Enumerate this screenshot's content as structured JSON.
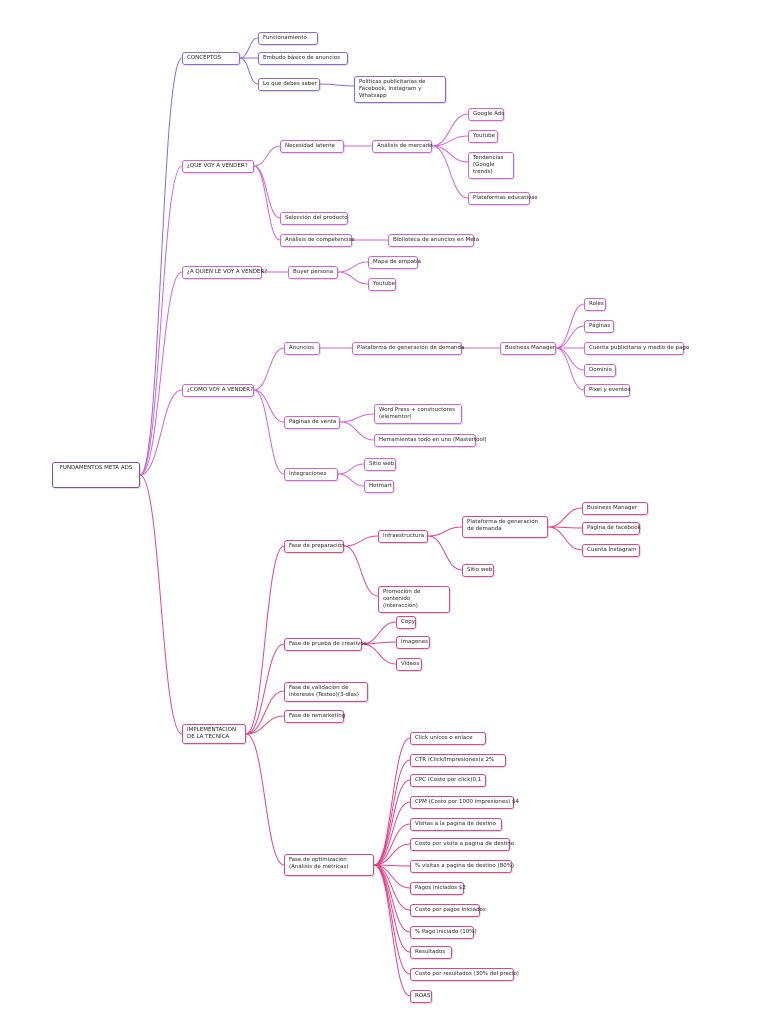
{
  "colors": {
    "purple": "#8b6ad8",
    "magenta": "#d264d6",
    "pink": "#e0468a"
  },
  "nodes": [
    {
      "id": "root",
      "text": "FUNDAMENTOS META ADS"
    },
    {
      "id": "conceptos",
      "text": "CONCEPTOS"
    },
    {
      "id": "funcionamiento",
      "text": "Funcionamiento"
    },
    {
      "id": "embudo",
      "text": "Embudo básico de anuncios"
    },
    {
      "id": "debes_saber",
      "text": "Lo que debes saber"
    },
    {
      "id": "politicas",
      "text": "Políticas publicitarias de Facebook, Instagram y Whatsapp"
    },
    {
      "id": "que_vender",
      "text": "¿QUE VOY A VENDER?"
    },
    {
      "id": "necesidad",
      "text": "Necesidad latente"
    },
    {
      "id": "analisis_mercado",
      "text": "Análisis de mercado"
    },
    {
      "id": "google_ads",
      "text": "Google Ads"
    },
    {
      "id": "youtube1",
      "text": "Youtube"
    },
    {
      "id": "tendencias",
      "text": "Tendencias (Google trends)"
    },
    {
      "id": "plataformas_edu",
      "text": "Plataformas educativas"
    },
    {
      "id": "seleccion",
      "text": "Selección del producto"
    },
    {
      "id": "competencias",
      "text": "Análisis de competencias"
    },
    {
      "id": "biblioteca",
      "text": "Biblioteca de anuncios en Meta"
    },
    {
      "id": "a_quien",
      "text": "¿A QUIEN LE VOY A VENDER?"
    },
    {
      "id": "buyer",
      "text": "Buyer persona"
    },
    {
      "id": "mapa_empatia",
      "text": "Mapa de empatía"
    },
    {
      "id": "youtube2",
      "text": "Youtube"
    },
    {
      "id": "como_vender",
      "text": "¿COMO VOY A VENDER?"
    },
    {
      "id": "anuncios",
      "text": "Anuncios"
    },
    {
      "id": "plataforma_gen",
      "text": "Plataforma de generación de demanda"
    },
    {
      "id": "business_mgr",
      "text": "Business Manager"
    },
    {
      "id": "roles",
      "text": "Roles"
    },
    {
      "id": "paginas",
      "text": "Páginas"
    },
    {
      "id": "cuenta_pub",
      "text": "Cuenta publicitaria y medio de pago"
    },
    {
      "id": "dominio",
      "text": "Dominio"
    },
    {
      "id": "pixel",
      "text": "Pixel y eventos"
    },
    {
      "id": "paginas_venta",
      "text": "Páginas de venta"
    },
    {
      "id": "wordpress",
      "text": "Word Press + constructores (elementor)"
    },
    {
      "id": "herramientas",
      "text": "Herramientas todo en uno (Mastertool)"
    },
    {
      "id": "integraciones",
      "text": "Integraciones"
    },
    {
      "id": "sitio_web1",
      "text": "Sitio web"
    },
    {
      "id": "hotmart",
      "text": "Hotmart"
    },
    {
      "id": "implementacion",
      "text": "IMPLEMENTACION DE LA TECNICA"
    },
    {
      "id": "fase_prep",
      "text": "Fase de preparación"
    },
    {
      "id": "infraestructura",
      "text": "Infraestructura"
    },
    {
      "id": "plataforma_gen2",
      "text": "Plataforma de generación de demanda"
    },
    {
      "id": "business_mgr2",
      "text": "Business Manager"
    },
    {
      "id": "pagina_fb",
      "text": "Página de facebook"
    },
    {
      "id": "cuenta_ig",
      "text": "Cuenta Instagram"
    },
    {
      "id": "sitio_web2",
      "text": "Sitio web"
    },
    {
      "id": "promocion",
      "text": "Promoción de contenido (interacción)"
    },
    {
      "id": "fase_prueba",
      "text": "Fase de prueba de creativos"
    },
    {
      "id": "copy",
      "text": "Copy"
    },
    {
      "id": "imagenes",
      "text": "Imagenes"
    },
    {
      "id": "videos",
      "text": "Videos"
    },
    {
      "id": "fase_validacion",
      "text": "Fase de validación de intereses (Testeo)(3-días)"
    },
    {
      "id": "fase_remarketing",
      "text": "Fase de remarketing"
    },
    {
      "id": "fase_optimizacion",
      "text": "Fase de optimización (Análisis de métricas)"
    },
    {
      "id": "m1",
      "text": "Click unicos o enlace"
    },
    {
      "id": "m2",
      "text": "CTR (Click/Impresiones)x 2%"
    },
    {
      "id": "m3",
      "text": "CPC (Costo por click)0,1"
    },
    {
      "id": "m4",
      "text": "CPM (Costo por 1000 impresiones) $4"
    },
    {
      "id": "m5",
      "text": "Visitas a la pagina de destino"
    },
    {
      "id": "m6",
      "text": "Costo por visita a pagina de destino"
    },
    {
      "id": "m7",
      "text": "% visitas a pagina de destino (80%)"
    },
    {
      "id": "m8",
      "text": "Pagos iniciados $2"
    },
    {
      "id": "m9",
      "text": "Costo por pagos iniciados"
    },
    {
      "id": "m10",
      "text": "% Pago iniciado (10%)"
    },
    {
      "id": "m11",
      "text": "Resultados"
    },
    {
      "id": "m12",
      "text": "Costo por resultados (30% del precio)"
    },
    {
      "id": "m13",
      "text": "ROAS"
    }
  ],
  "edges": [
    [
      "root",
      "conceptos"
    ],
    [
      "root",
      "que_vender"
    ],
    [
      "root",
      "a_quien"
    ],
    [
      "root",
      "como_vender"
    ],
    [
      "root",
      "implementacion"
    ],
    [
      "conceptos",
      "funcionamiento"
    ],
    [
      "conceptos",
      "embudo"
    ],
    [
      "conceptos",
      "debes_saber"
    ],
    [
      "debes_saber",
      "politicas"
    ],
    [
      "que_vender",
      "necesidad"
    ],
    [
      "que_vender",
      "seleccion"
    ],
    [
      "que_vender",
      "competencias"
    ],
    [
      "necesidad",
      "analisis_mercado"
    ],
    [
      "analisis_mercado",
      "google_ads"
    ],
    [
      "analisis_mercado",
      "youtube1"
    ],
    [
      "analisis_mercado",
      "tendencias"
    ],
    [
      "analisis_mercado",
      "plataformas_edu"
    ],
    [
      "competencias",
      "biblioteca"
    ],
    [
      "a_quien",
      "buyer"
    ],
    [
      "buyer",
      "mapa_empatia"
    ],
    [
      "buyer",
      "youtube2"
    ],
    [
      "como_vender",
      "anuncios"
    ],
    [
      "como_vender",
      "paginas_venta"
    ],
    [
      "como_vender",
      "integraciones"
    ],
    [
      "anuncios",
      "plataforma_gen"
    ],
    [
      "plataforma_gen",
      "business_mgr"
    ],
    [
      "business_mgr",
      "roles"
    ],
    [
      "business_mgr",
      "paginas"
    ],
    [
      "business_mgr",
      "cuenta_pub"
    ],
    [
      "business_mgr",
      "dominio"
    ],
    [
      "business_mgr",
      "pixel"
    ],
    [
      "paginas_venta",
      "wordpress"
    ],
    [
      "paginas_venta",
      "herramientas"
    ],
    [
      "integraciones",
      "sitio_web1"
    ],
    [
      "integraciones",
      "hotmart"
    ],
    [
      "implementacion",
      "fase_prep"
    ],
    [
      "implementacion",
      "fase_prueba"
    ],
    [
      "implementacion",
      "fase_validacion"
    ],
    [
      "implementacion",
      "fase_remarketing"
    ],
    [
      "implementacion",
      "fase_optimizacion"
    ],
    [
      "fase_prep",
      "infraestructura"
    ],
    [
      "fase_prep",
      "promocion"
    ],
    [
      "infraestructura",
      "plataforma_gen2"
    ],
    [
      "infraestructura",
      "sitio_web2"
    ],
    [
      "plataforma_gen2",
      "business_mgr2"
    ],
    [
      "plataforma_gen2",
      "pagina_fb"
    ],
    [
      "plataforma_gen2",
      "cuenta_ig"
    ],
    [
      "fase_prueba",
      "copy"
    ],
    [
      "fase_prueba",
      "imagenes"
    ],
    [
      "fase_prueba",
      "videos"
    ],
    [
      "fase_optimizacion",
      "m1"
    ],
    [
      "fase_optimizacion",
      "m2"
    ],
    [
      "fase_optimizacion",
      "m3"
    ],
    [
      "fase_optimizacion",
      "m4"
    ],
    [
      "fase_optimizacion",
      "m5"
    ],
    [
      "fase_optimizacion",
      "m6"
    ],
    [
      "fase_optimizacion",
      "m7"
    ],
    [
      "fase_optimizacion",
      "m8"
    ],
    [
      "fase_optimizacion",
      "m9"
    ],
    [
      "fase_optimizacion",
      "m10"
    ],
    [
      "fase_optimizacion",
      "m11"
    ],
    [
      "fase_optimizacion",
      "m12"
    ],
    [
      "fase_optimizacion",
      "m13"
    ]
  ]
}
